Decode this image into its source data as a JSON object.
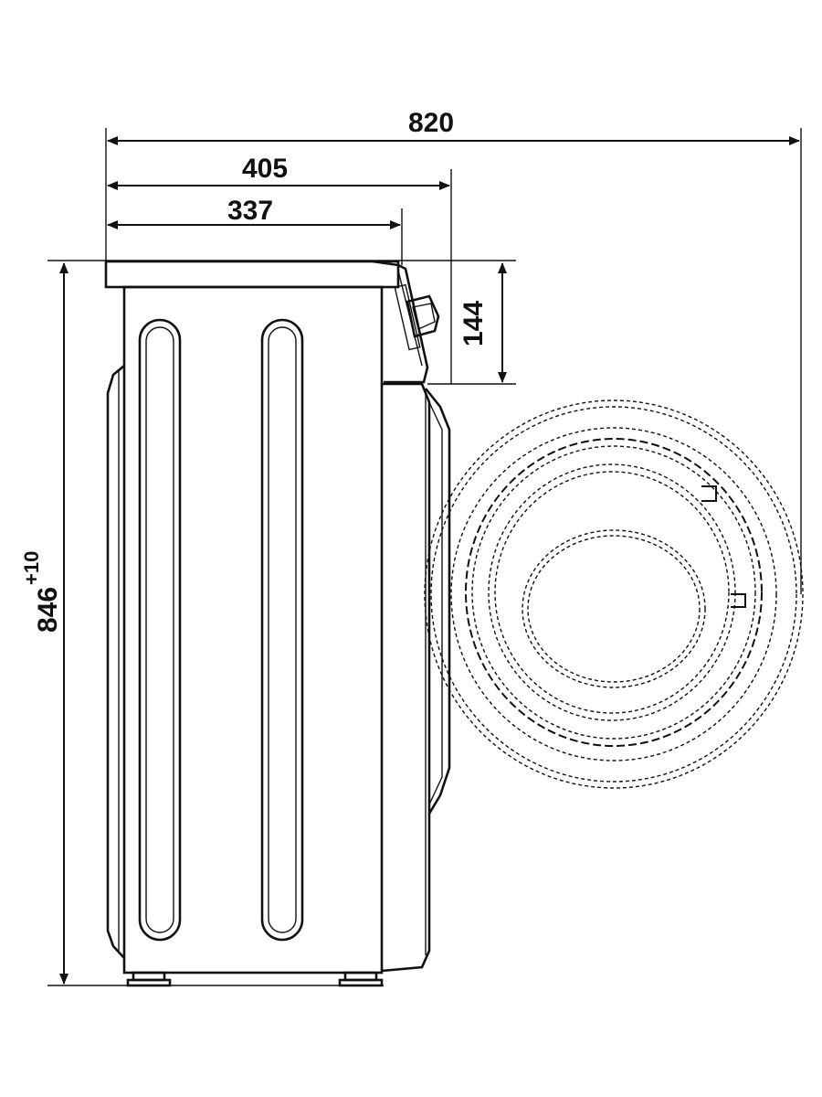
{
  "dimensions": {
    "total_depth": "820",
    "depth_with_door": "405",
    "body_depth": "337",
    "top_panel_height": "144",
    "height": "846",
    "height_tolerance": "+10"
  }
}
